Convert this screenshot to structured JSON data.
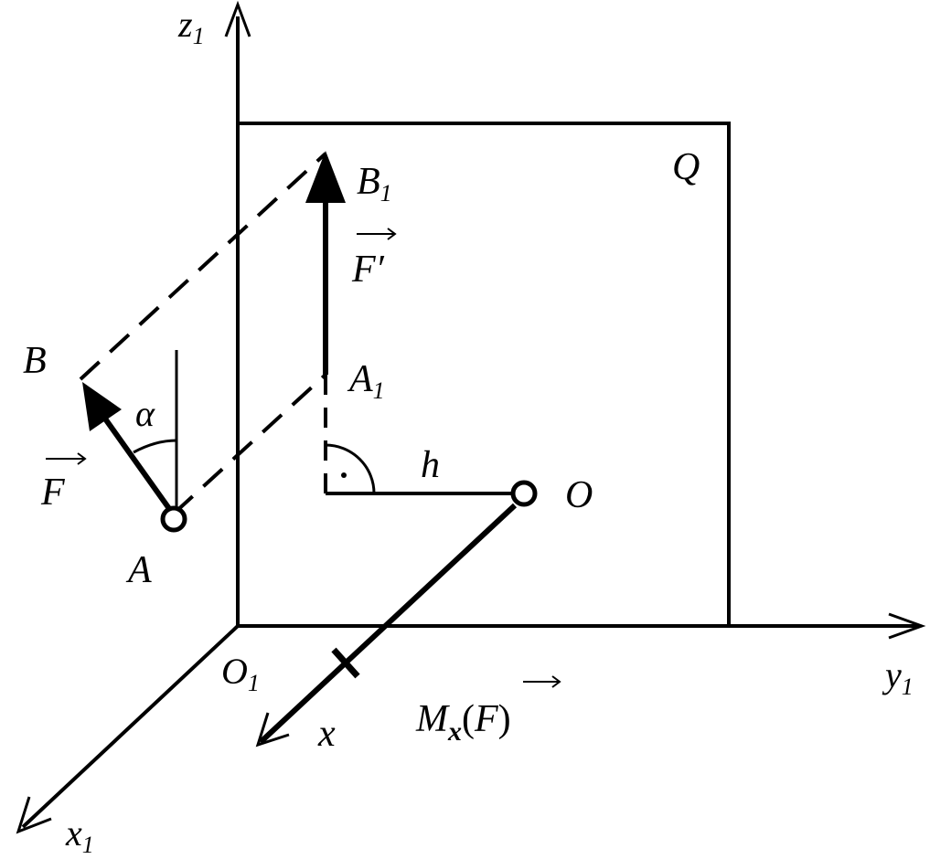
{
  "labels": {
    "z1": {
      "main": "z",
      "sub": "1"
    },
    "y1": {
      "main": "y",
      "sub": "1"
    },
    "x1": {
      "main": "x",
      "sub": "1"
    },
    "O1": {
      "main": "O",
      "sub": "1"
    },
    "B1": {
      "main": "B",
      "sub": "1"
    },
    "A1": {
      "main": "A",
      "sub": "1"
    },
    "Q": "Q",
    "B": "B",
    "A": "A",
    "O": "O",
    "h": "h",
    "x": "x",
    "alpha": "α",
    "F": "F",
    "F_prime": "F′",
    "moment": {
      "M": "M",
      "sub": "x",
      "open": "(",
      "F": "F",
      "close": ")"
    }
  },
  "colors": {
    "stroke": "#000000",
    "background": "#ffffff"
  }
}
